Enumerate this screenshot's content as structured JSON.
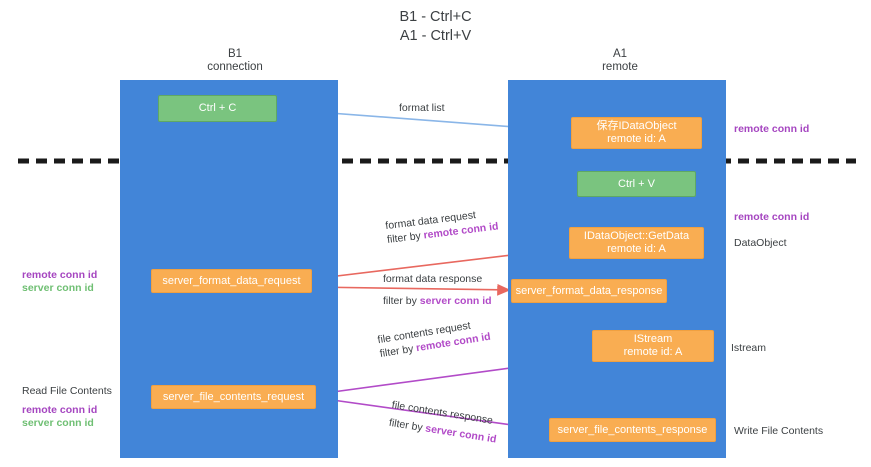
{
  "title": "B1 - Ctrl+C\nA1 - Ctrl+V",
  "lanes": [
    {
      "id": "b1",
      "title": "B1\nconnection"
    },
    {
      "id": "a1",
      "title": "A1\nremote"
    }
  ],
  "nodes": {
    "ctrl_c": "Ctrl + C",
    "ctrl_v": "Ctrl + V",
    "idataobject": "保存IDataObject\nremote id: A",
    "getdata": "IDataObject::GetData\nremote id: A",
    "server_format_data_request": "server_format_data_request",
    "server_format_data_response": "server_format_data_response",
    "istream": "IStream\nremote id: A",
    "server_file_contents_request": "server_file_contents_request",
    "server_file_contents_response": "server_file_contents_response"
  },
  "edges": {
    "format_list": "format list",
    "format_data_request_l1": "format data request",
    "format_data_request_l2_prefix": "filter by ",
    "format_data_request_l2_key": "remote conn id",
    "format_data_response_l1": "format data response",
    "format_data_response_l2_prefix": "filter by ",
    "format_data_response_l2_key": "server conn id",
    "file_contents_request_l1": "file contents request",
    "file_contents_request_l2_prefix": "filter by ",
    "file_contents_request_l2_key": "remote conn id",
    "file_contents_response_l1": "file contents response",
    "file_contents_response_l2_prefix": "filter by ",
    "file_contents_response_l2_key": "server conn id"
  },
  "annotations": {
    "right_remote_conn_id_top": "remote conn id",
    "right_remote_conn_id_mid": "remote conn id",
    "right_dataobject": "DataObject",
    "right_istream": "Istream",
    "right_write_file_contents": "Write File Contents",
    "left_remote_conn_id_mid": "remote conn id",
    "left_server_conn_id_mid": "server conn id",
    "left_read_file_contents": "Read File Contents",
    "left_remote_conn_id_bottom": "remote conn id",
    "left_server_conn_id_bottom": "server conn id"
  },
  "colors": {
    "lane": "#4285d8",
    "node_green": "#7ac47f",
    "node_orange": "#f9ad52",
    "accent_purple": "#a545c0",
    "accent_green": "#6fbf73",
    "edge_blue": "#8ab6e8",
    "edge_red": "#e8685f",
    "edge_purple": "#b24bc8",
    "edge_black": "#222222",
    "divider": "#1a1a1a",
    "text": "#3c4043"
  }
}
